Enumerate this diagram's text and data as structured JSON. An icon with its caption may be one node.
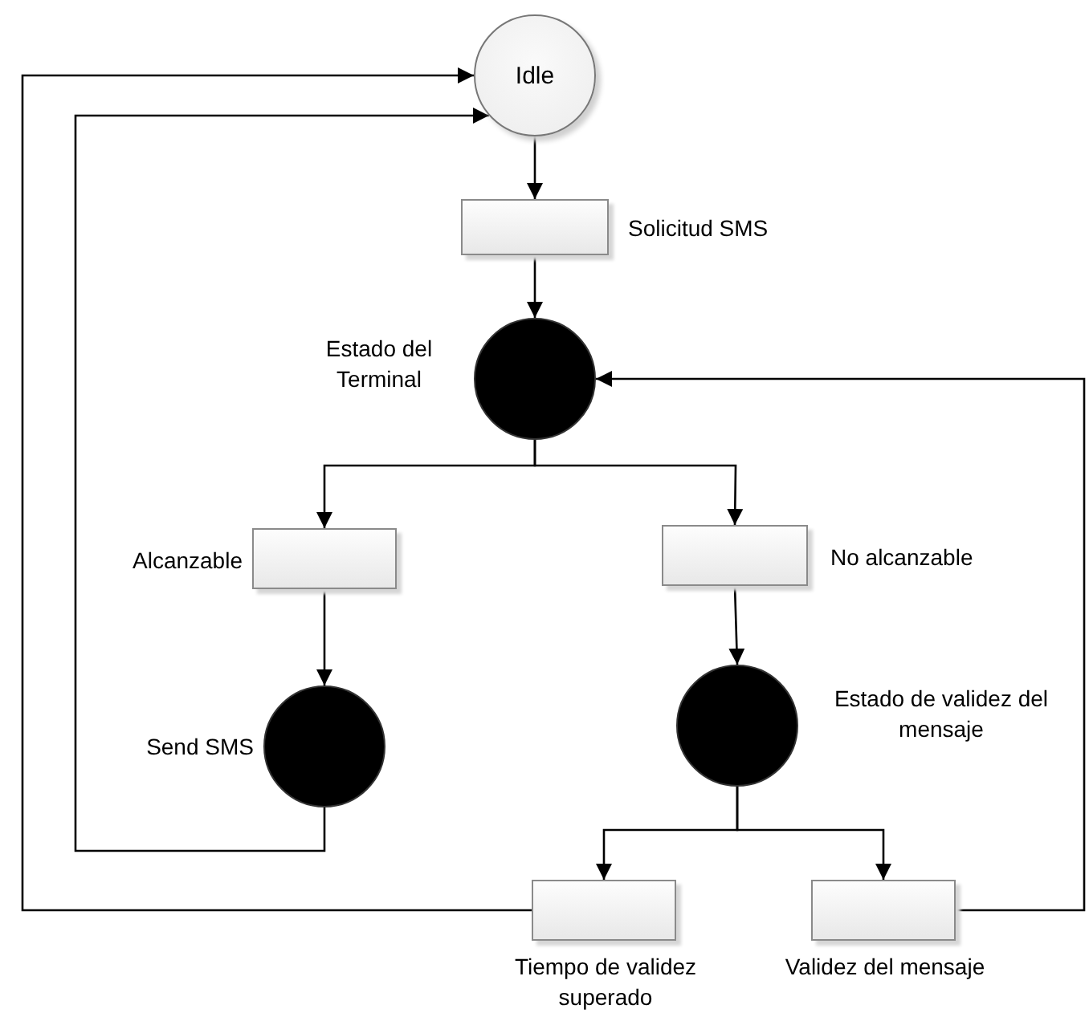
{
  "diagram": {
    "nodes": [
      {
        "text": [
          "Idle"
        ]
      },
      {
        "text": [],
        "shape": "box",
        "beside": [
          "Solicitud SMS"
        ]
      },
      {
        "text": [],
        "shape": "circle",
        "beside": [
          "Estado del Terminal"
        ]
      },
      {
        "text": [],
        "shape": "box",
        "beside": [
          "Alcanzable"
        ]
      },
      {
        "text": [],
        "shape": "box",
        "beside": [
          "No alcanzable"
        ]
      },
      {
        "text": [],
        "shape": "circle",
        "beside": [
          "Send SMS"
        ]
      },
      {
        "text": [],
        "shape": "circle",
        "beside": [
          "Estado de validez del mensaje"
        ]
      },
      {
        "text": [],
        "shape": "box",
        "beside": [
          "Tiempo de validez superado"
        ]
      },
      {
        "text": [],
        "shape": "box",
        "beside": [
          "Validez del mensaje"
        ]
      }
    ],
    "edges": [
      {
        "from": 0,
        "to": 1,
        "arrow": "to"
      },
      {
        "from": 1,
        "to": 2,
        "arrow": "to"
      },
      {
        "from": 2,
        "to": 3,
        "arrow": "to"
      },
      {
        "from": 2,
        "to": 4,
        "arrow": "to"
      },
      {
        "from": 3,
        "to": 5,
        "arrow": "to"
      },
      {
        "from": 4,
        "to": 6,
        "arrow": "to"
      },
      {
        "from": 5,
        "to": 0,
        "arrow": "to"
      },
      {
        "from": 6,
        "to": 7,
        "arrow": "to"
      },
      {
        "from": 6,
        "to": 8,
        "arrow": "to"
      },
      {
        "from": 7,
        "to": 0,
        "arrow": "to"
      },
      {
        "from": 8,
        "to": 2,
        "arrow": "to"
      }
    ]
  }
}
